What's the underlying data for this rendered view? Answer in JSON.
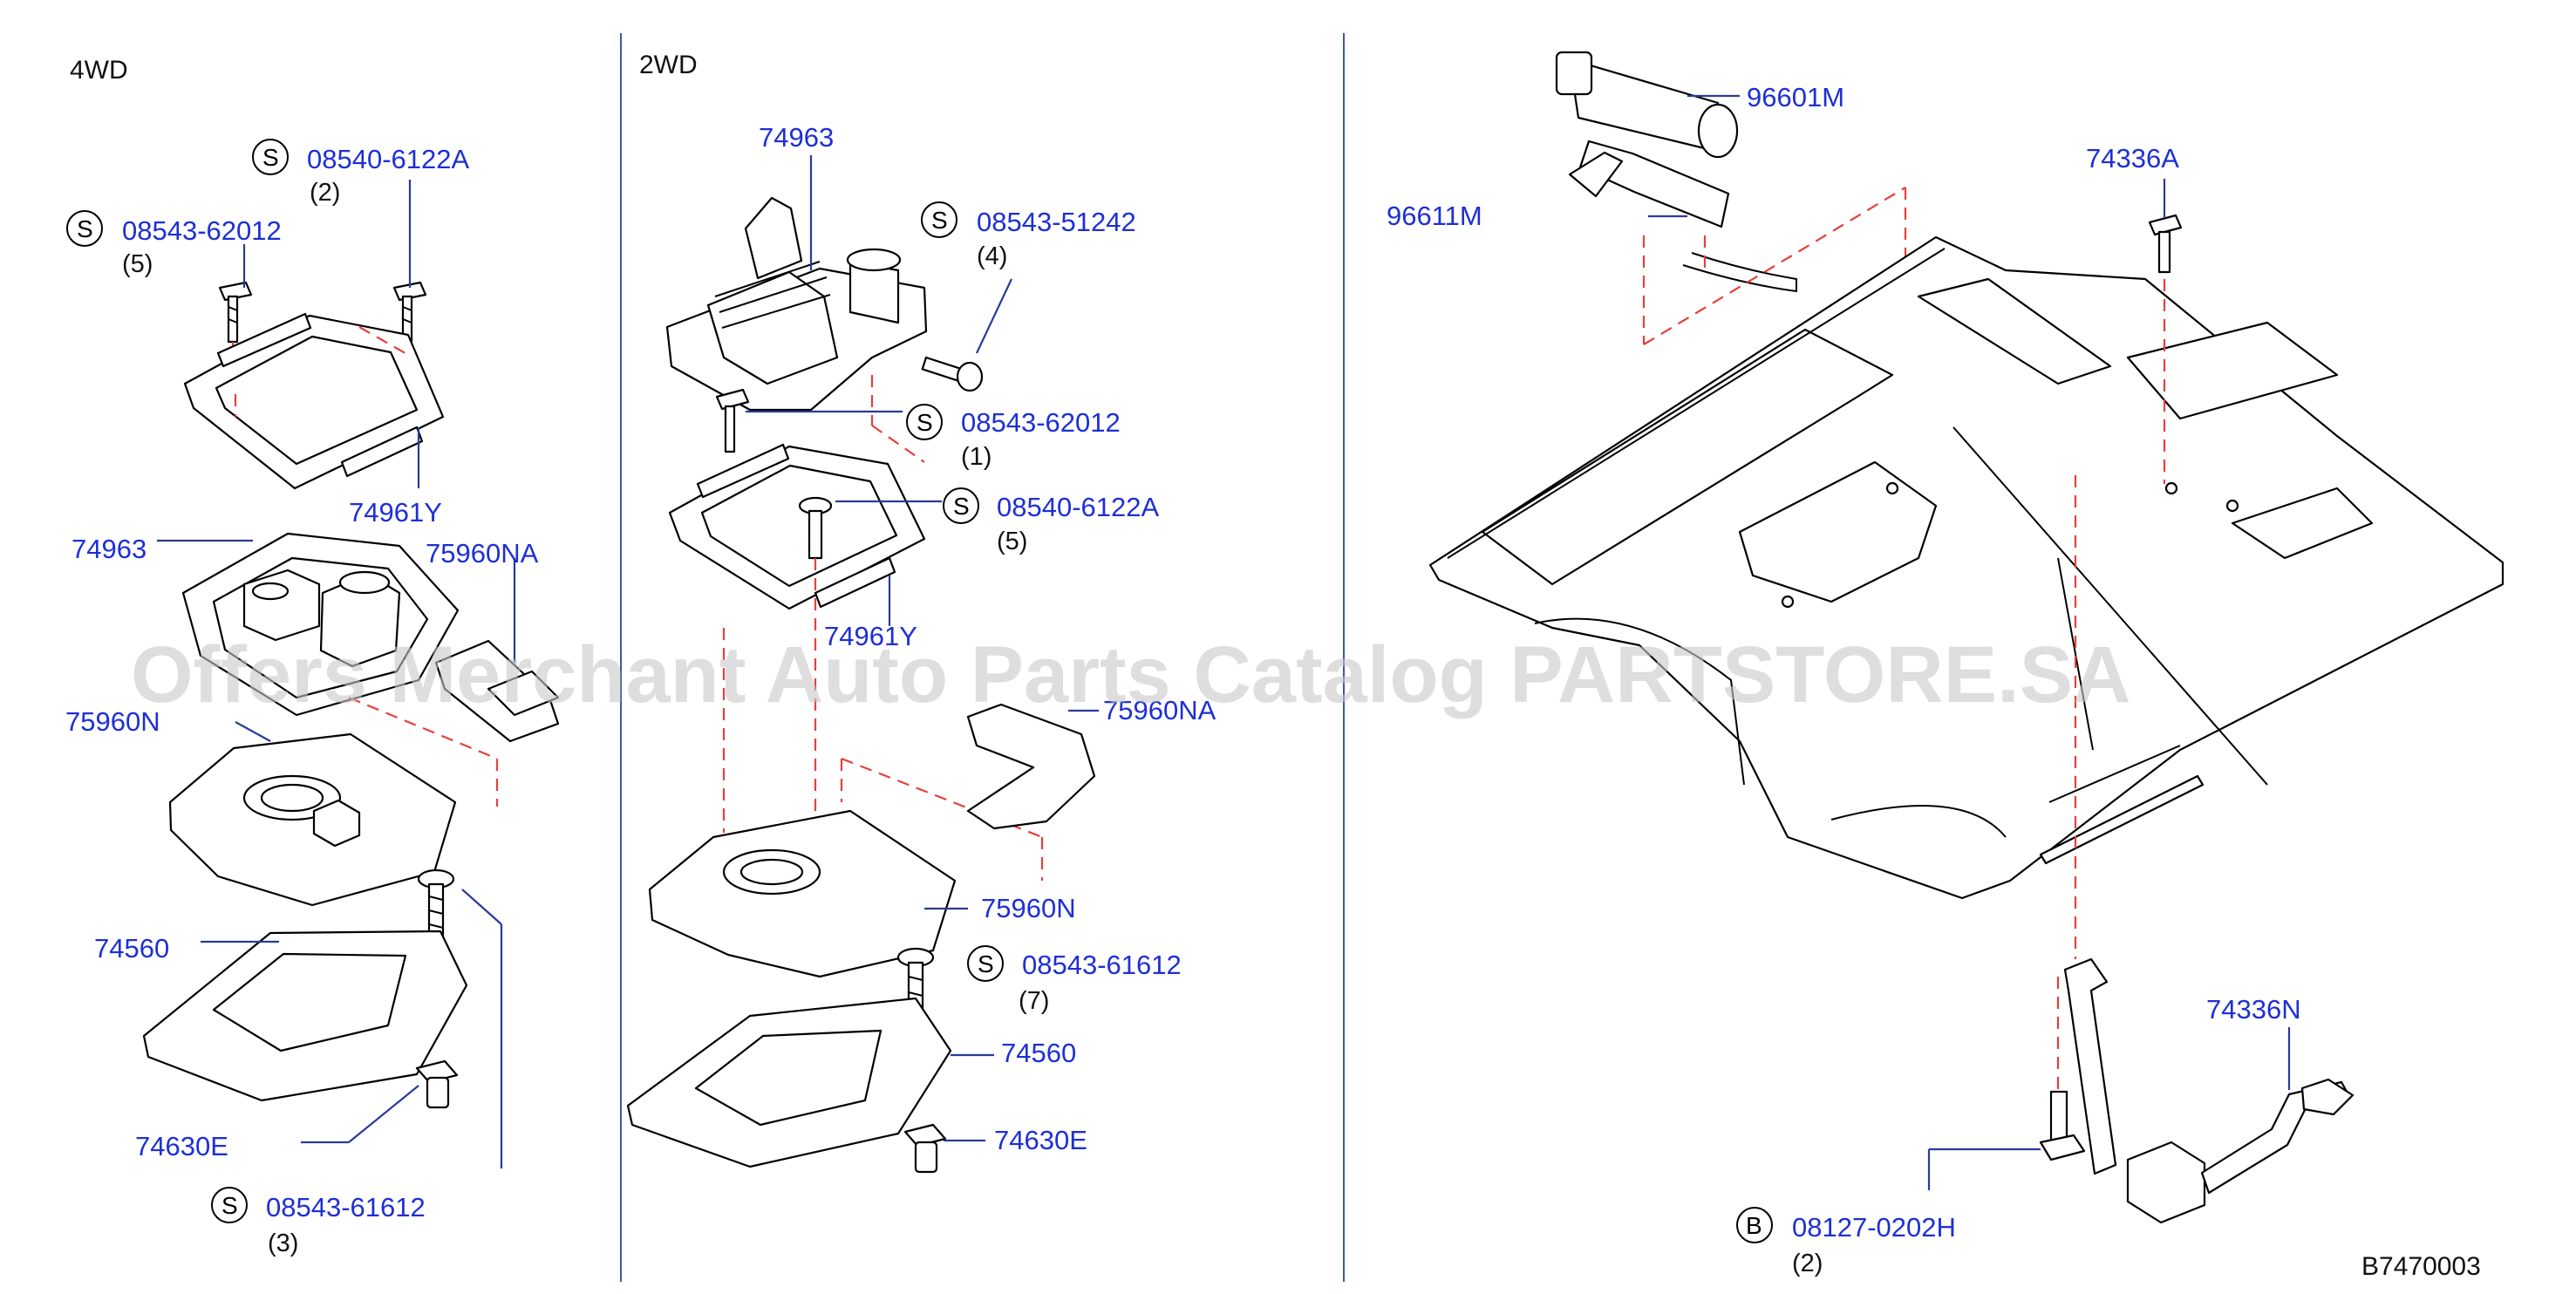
{
  "sections": {
    "left": "4WD",
    "middle": "2WD"
  },
  "labels_4wd": {
    "bolt_a": {
      "symbol": "S",
      "part": "08540-6122A",
      "qty": "(2)"
    },
    "bolt_b": {
      "symbol": "S",
      "part": "08543-62012",
      "qty": "(5)"
    },
    "retainer": "74961Y",
    "boot": "74963",
    "insulator_a": "75960NA",
    "insulator_n": "75960N",
    "cover": "74560",
    "clip": "74630E",
    "screw": {
      "symbol": "S",
      "part": "08543-61612",
      "qty": "(3)"
    }
  },
  "labels_2wd": {
    "boot": "74963",
    "bolt_c": {
      "symbol": "S",
      "part": "08543-51242",
      "qty": "(4)"
    },
    "bolt_d": {
      "symbol": "S",
      "part": "08543-62012",
      "qty": "(1)"
    },
    "bolt_e": {
      "symbol": "S",
      "part": "08540-6122A",
      "qty": "(5)"
    },
    "retainer": "74961Y",
    "insulator_a": "75960NA",
    "insulator_n": "75960N",
    "screw": {
      "symbol": "S",
      "part": "08543-61612",
      "qty": "(7)"
    },
    "cover": "74560",
    "clip": "74630E"
  },
  "labels_floor": {
    "lamp": "96601M",
    "bracket": "96611M",
    "bolt": "74336A",
    "mount": "74336N",
    "fastener": {
      "symbol": "B",
      "part": "08127-0202H",
      "qty": "(2)"
    }
  },
  "diagram_code": "B7470003",
  "watermark": "Offers Merchant Auto Parts Catalog PARTSTORE.SA",
  "colors": {
    "part_number": "#1e2fd6",
    "dashed_line": "#e5403a",
    "divider": "#3a57a8"
  }
}
